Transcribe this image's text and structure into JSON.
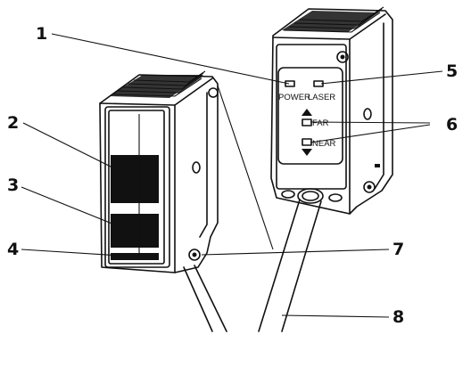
{
  "callouts": [
    "1",
    "2",
    "3",
    "4",
    "5",
    "6",
    "7",
    "8"
  ],
  "panel": {
    "power": "POWER",
    "laser": "LASER",
    "far": "FAR",
    "near": "NEAR"
  }
}
